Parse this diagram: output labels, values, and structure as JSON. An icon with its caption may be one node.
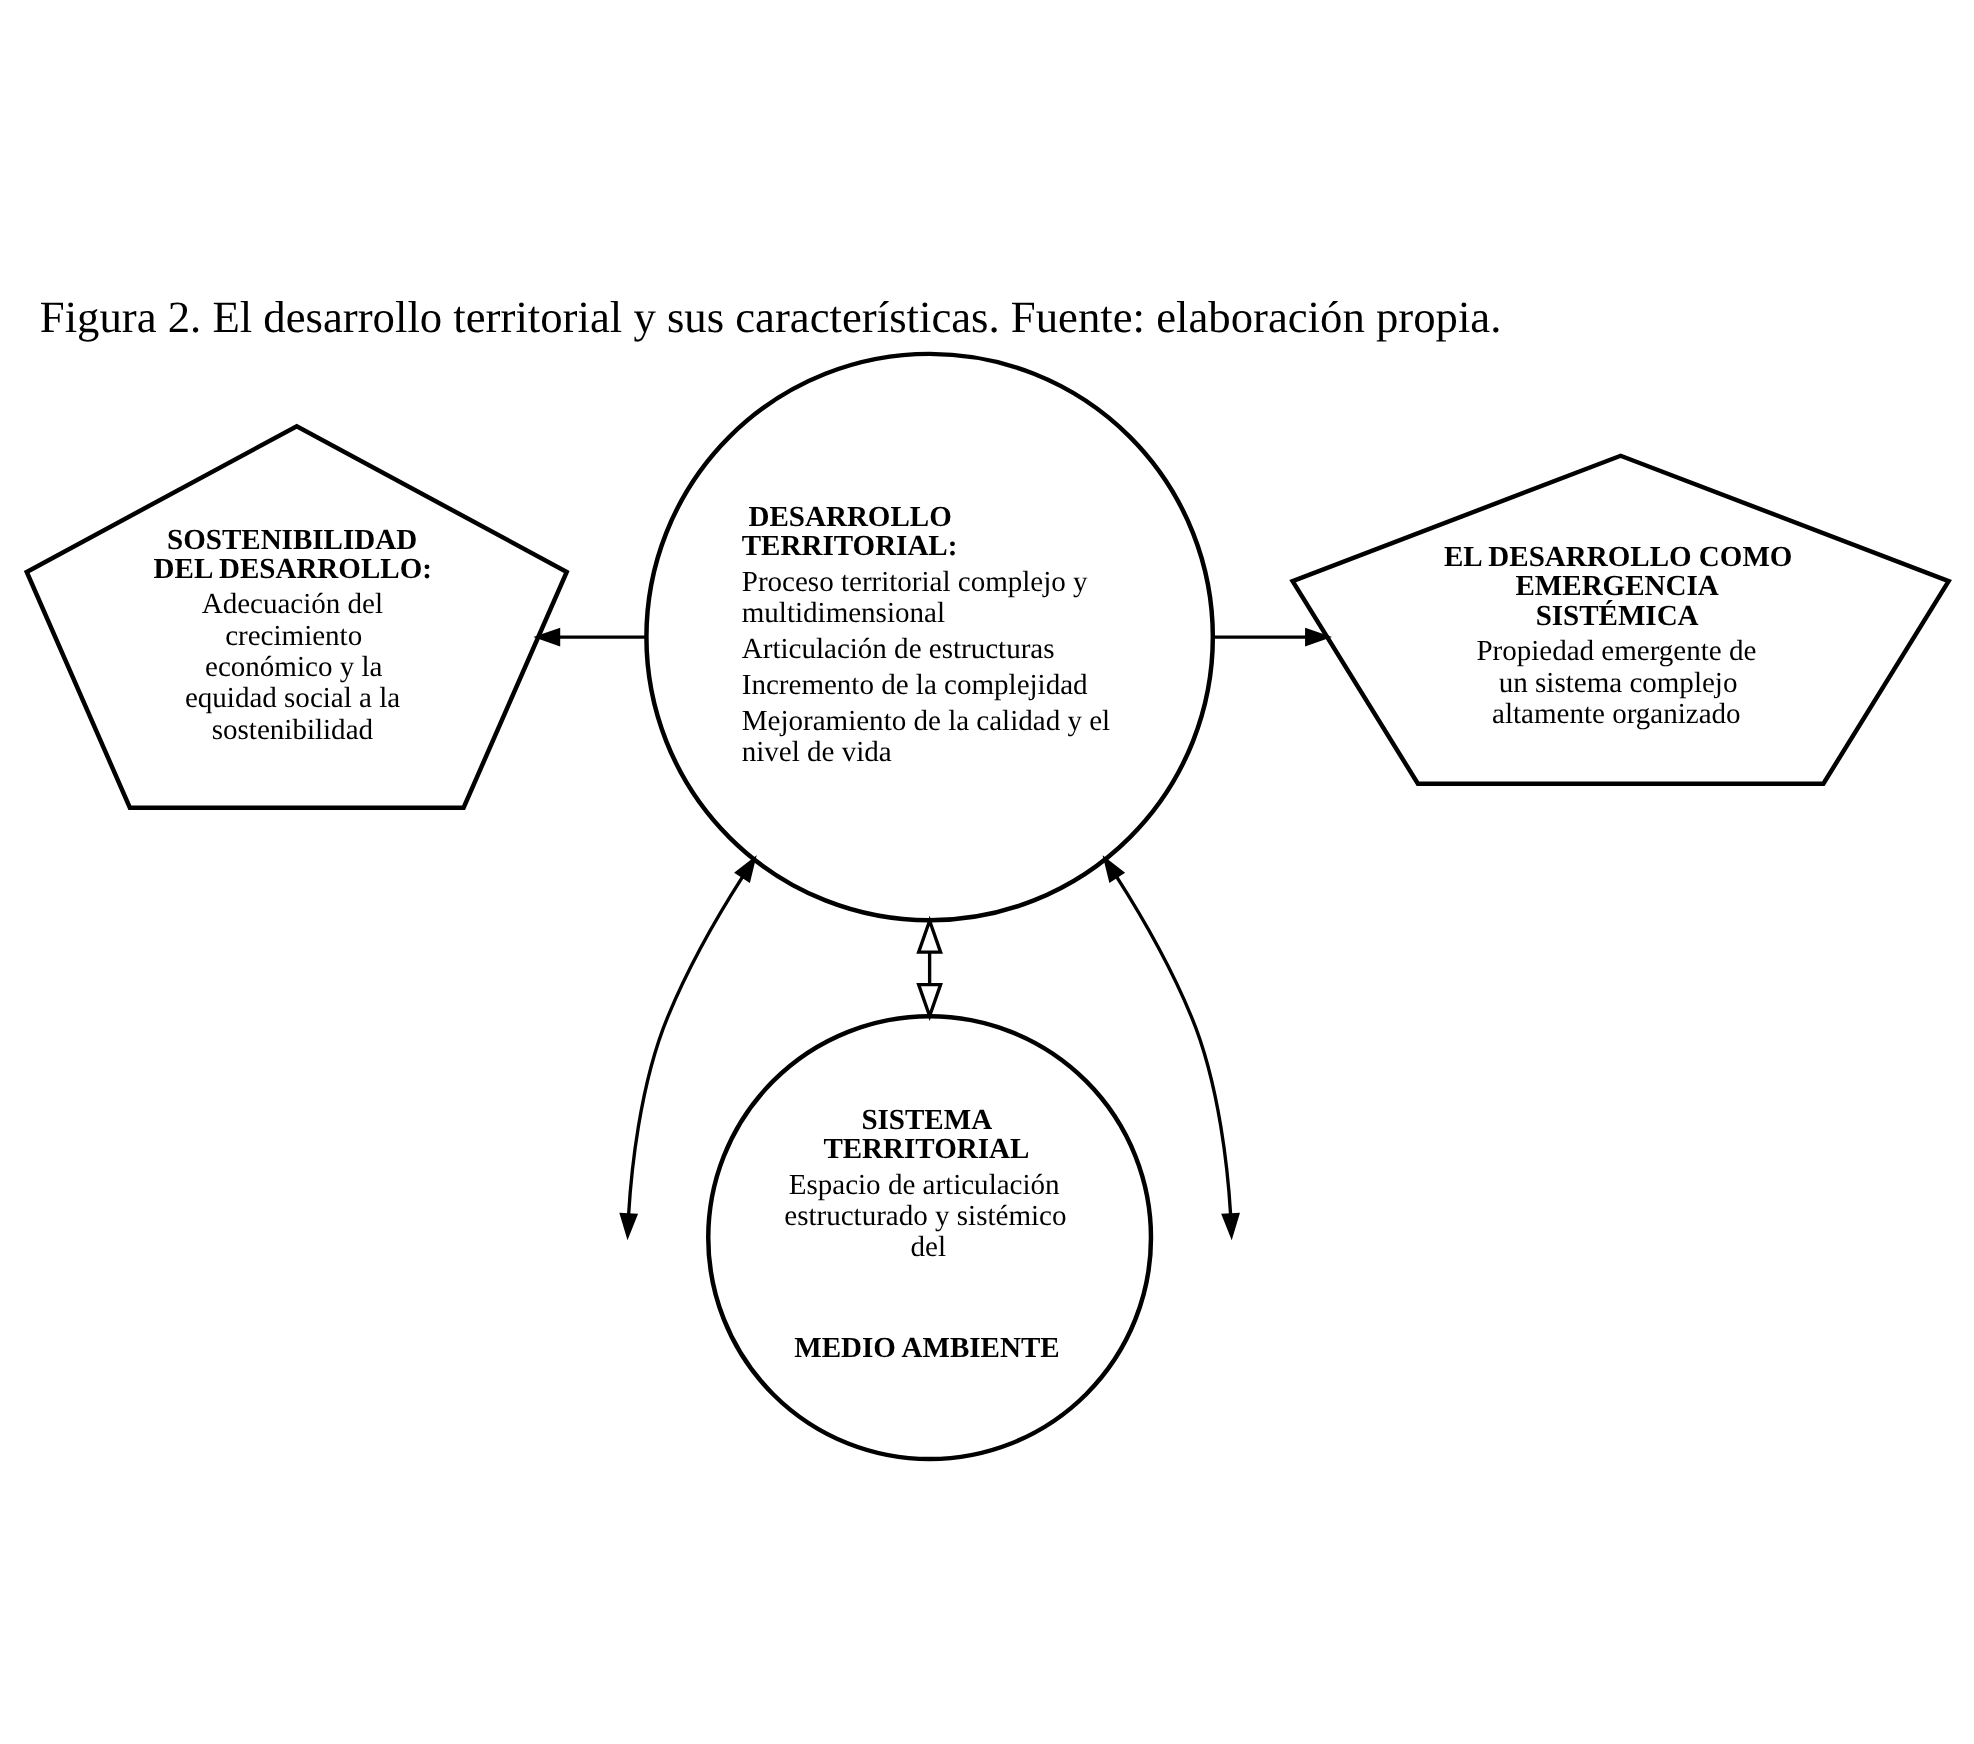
{
  "diagram": {
    "title": "Figura 2. El desarrollo territorial y sus características. Fuente: elaboración propia.",
    "nodes": [
      {
        "text": [
          "DESARROLLO TERRITORIAL:",
          "Proceso territorial complejo y multidimensional",
          "Articulación de estructuras",
          "Incremento de la complejidad",
          "Mejoramiento de la calidad y el nivel de vida"
        ]
      },
      {
        "text": [
          "SOSTENIBILIDAD DEL DESARROLLO:",
          "Adecuación del crecimiento económico y la equidad social a la sostenibilidad"
        ]
      },
      {
        "text": [
          "EL DESARROLLO COMO EMERGENCIA SISTÉMICA",
          "Propiedad emergente de un sistema complejo altamente organizado"
        ]
      },
      {
        "text": [
          "SISTEMA TERRITORIAL",
          "Espacio de articulación estructurado y sistémico del",
          "MEDIO AMBIENTE"
        ]
      }
    ],
    "edges": [
      {
        "from": 0,
        "to": 1,
        "arrow": "to"
      },
      {
        "from": 0,
        "to": 2,
        "arrow": "to"
      },
      {
        "from": 0,
        "to": 3,
        "arrow": "both"
      },
      {
        "from": null,
        "to": 0,
        "arrow": "both"
      },
      {
        "from": null,
        "to": 0,
        "arrow": "both"
      }
    ]
  }
}
